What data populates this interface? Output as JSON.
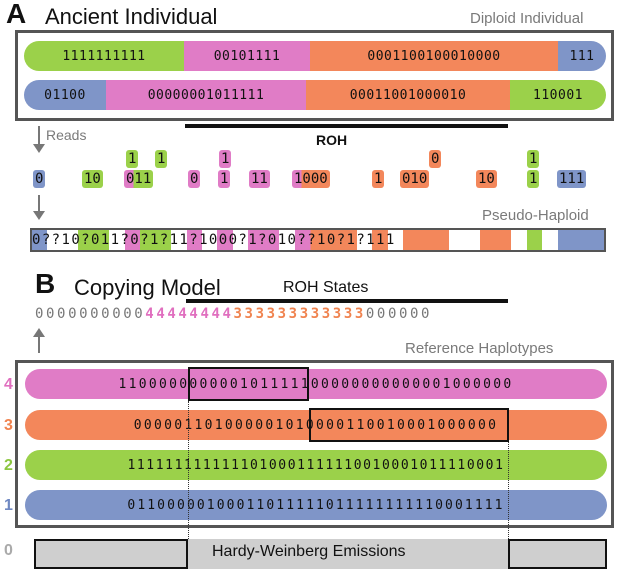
{
  "colors": {
    "green": "#9bd14a",
    "pink": "#e07cc6",
    "orange": "#f3875b",
    "blue": "#7f95c8",
    "gray": "#cfcfcf",
    "roh_pink": "#e06fbf",
    "roh_orange": "#f0834f"
  },
  "section_a": {
    "letter": "A",
    "title": "Ancient Individual",
    "right_label": "Diploid Individual",
    "hap1": [
      {
        "c": "green",
        "t": "1111111111"
      },
      {
        "c": "pink",
        "t": "00101111"
      },
      {
        "c": "orange",
        "t": "0001100100010000"
      },
      {
        "c": "blue",
        "t": "111"
      }
    ],
    "hap2": [
      {
        "c": "blue",
        "t": "01100"
      },
      {
        "c": "pink",
        "t": "00000001011111"
      },
      {
        "c": "orange",
        "t": "00011001000010"
      },
      {
        "c": "green",
        "t": "110001"
      }
    ],
    "roh_label": "ROH",
    "reads_label": "Reads",
    "pseudo_label": "Pseudo-Haploid",
    "reads_top": [
      "1",
      "1",
      "1",
      "0",
      "1"
    ],
    "reads_mid": [
      "0",
      "10",
      "011",
      "0",
      "1",
      "11",
      "1000",
      "1",
      "010",
      "10",
      "1",
      "111"
    ],
    "pseudo": "0??10?011?0?1?11?1000?1?010??10?1?111"
  },
  "section_b": {
    "letter": "B",
    "title": "Copying Model",
    "roh_states_label": "ROH States",
    "state_seq_zeros_left": "0000000000",
    "state_seq_fours": "44444444",
    "state_seq_threes": "333333333333",
    "state_seq_zeros_right": "000000",
    "ref_label": "Reference Haplotypes",
    "hw_label": "Hardy-Weinberg Emissions",
    "rows": [
      {
        "num": "4",
        "color": "pink",
        "text": "110000000000101111100000000000001000000"
      },
      {
        "num": "3",
        "color": "orange",
        "text": "000001101000001010000110010001000000"
      },
      {
        "num": "2",
        "color": "green",
        "text": "1111111111111010001111110010001011110001"
      },
      {
        "num": "1",
        "color": "blue",
        "text": "01100000100011011111011111111110001111"
      },
      {
        "num": "0",
        "color": "gray",
        "text": ""
      }
    ]
  }
}
